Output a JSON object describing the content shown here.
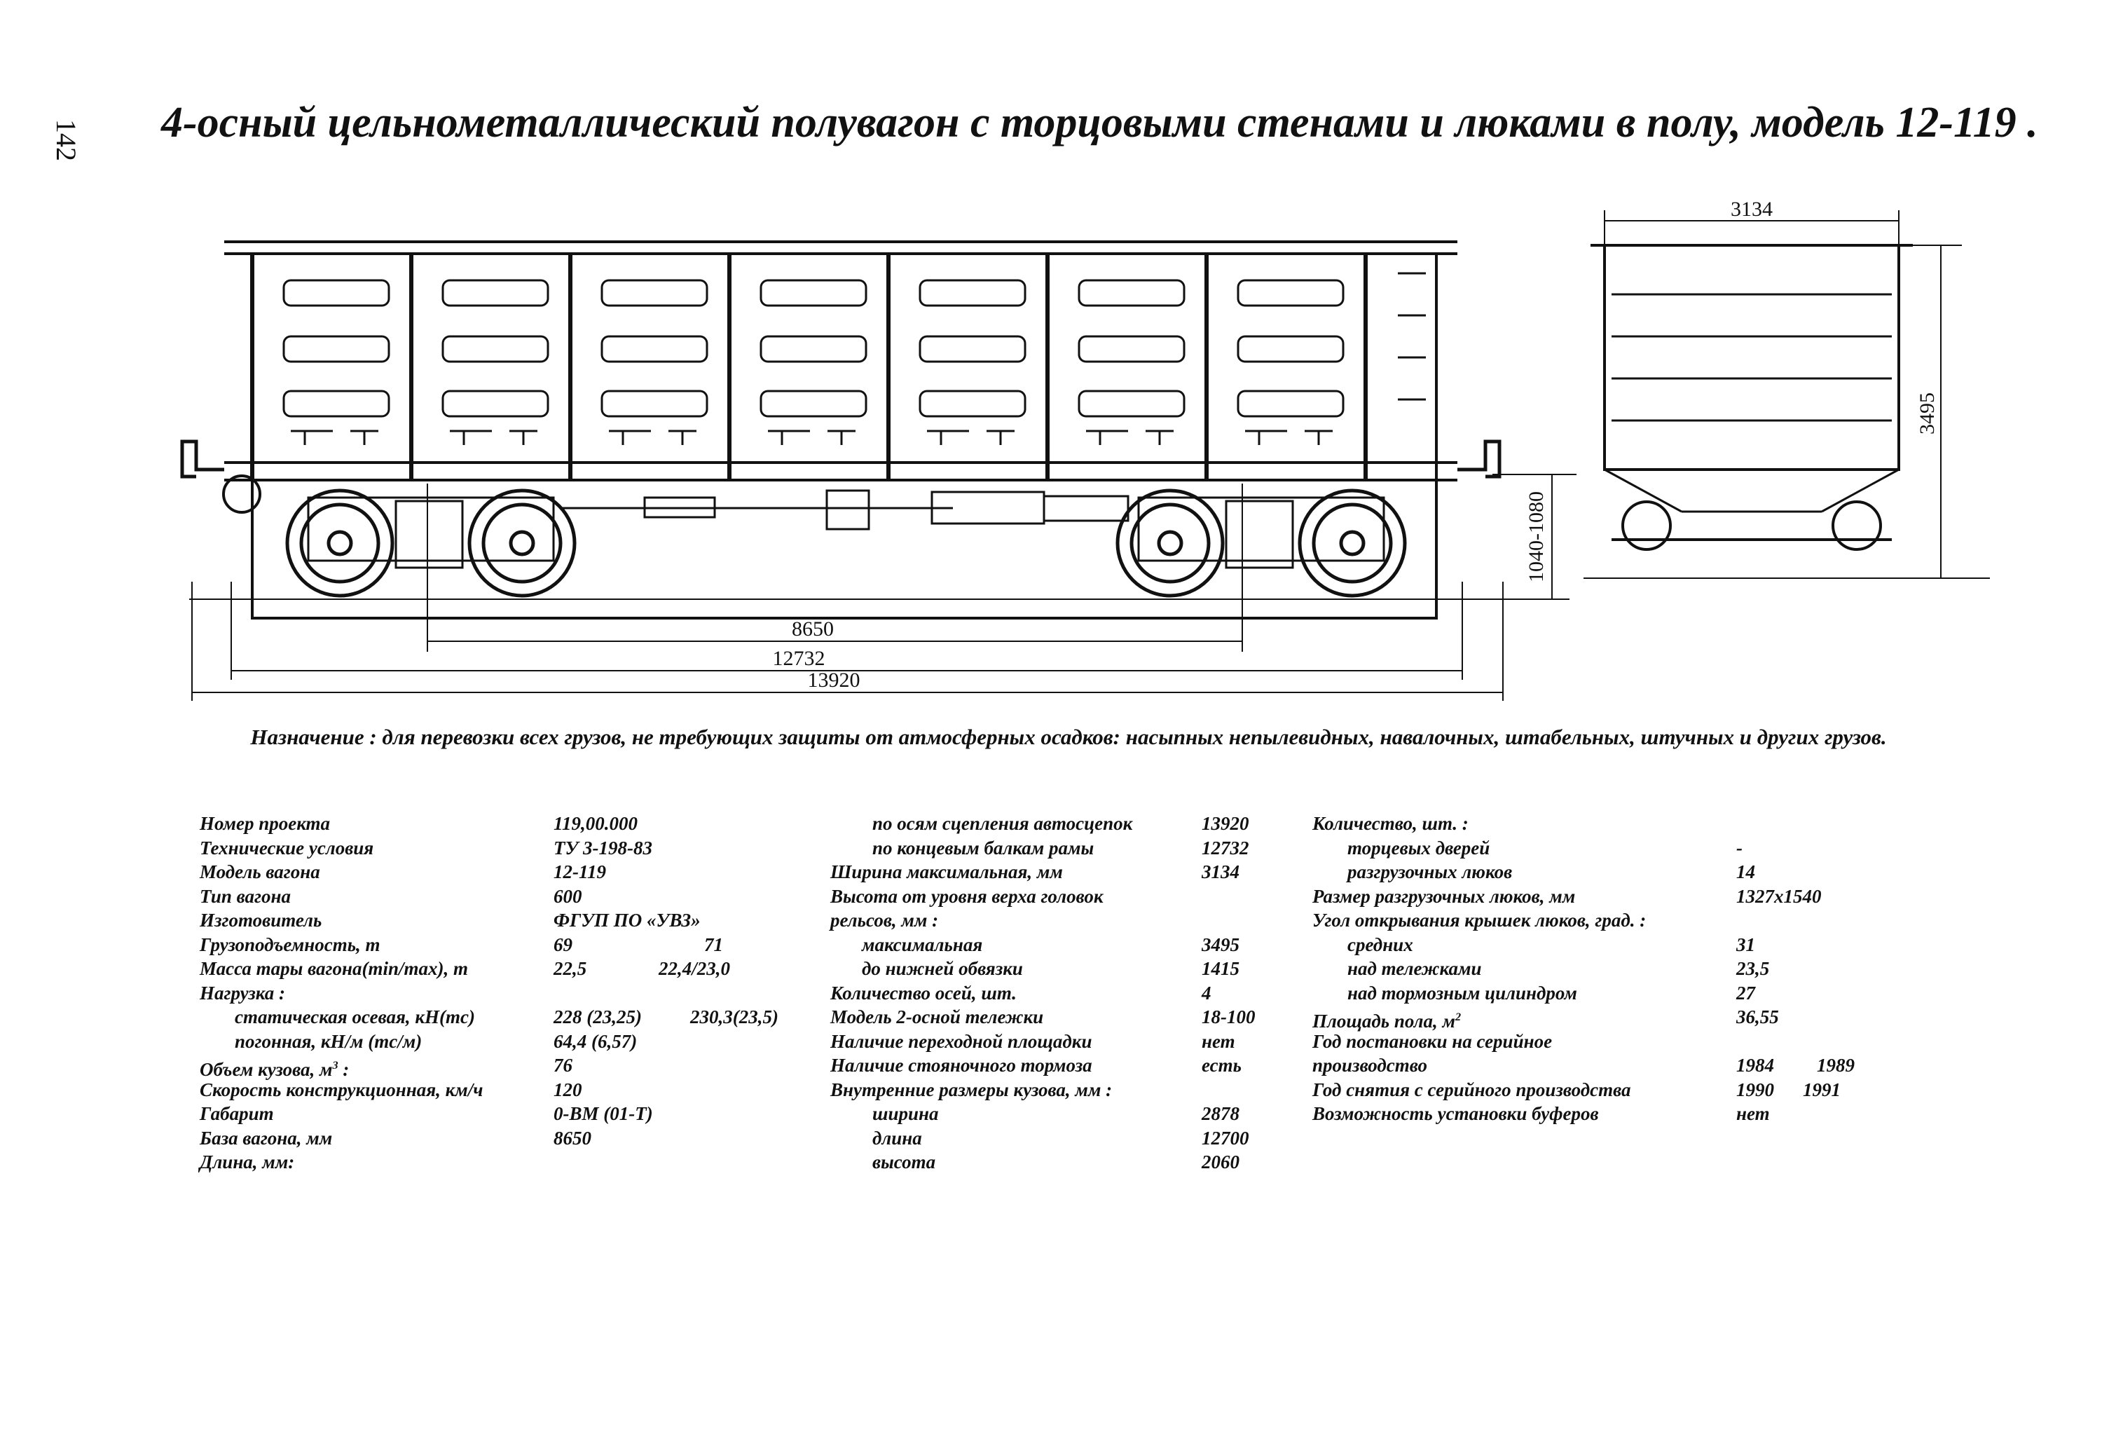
{
  "page_number": "142",
  "title": "4-осный цельнометаллический полувагон с торцовыми стенами и люками в полу, модель 12-119 .",
  "dimensions": {
    "base": "8650",
    "frame_length": "12732",
    "coupler_length": "13920",
    "height_range": "1040-1080",
    "width": "3134",
    "height": "3495"
  },
  "purpose": "Назначение : для перевозки всех грузов, не требующих защиты от атмосферных осадков: насыпных непылевидных, навалочных, штабельных, штучных и других грузов.",
  "col1": [
    {
      "label": "Номер проекта",
      "v1": "119,00.000",
      "v2": ""
    },
    {
      "label": "Технические условия",
      "v1": "ТУ 3-198-83",
      "v2": ""
    },
    {
      "label": "Модель вагона",
      "v1": "12-119",
      "v2": ""
    },
    {
      "label": "Тип вагона",
      "v1": "600",
      "v2": ""
    },
    {
      "label": "Изготовитель",
      "v1": "ФГУП ПО «УВЗ»",
      "v2": ""
    },
    {
      "label": "Грузоподъемность, т",
      "v1": "69",
      "v2": "71"
    },
    {
      "label": "Масса тары вагона(min/max), т",
      "v1": "22,5",
      "v2": "22,4/23,0"
    },
    {
      "label": "Нагрузка :",
      "v1": "",
      "v2": ""
    },
    {
      "label": "статическая осевая, кН(тс)",
      "v1": "228 (23,25)",
      "v2": "230,3(23,5)"
    },
    {
      "label": "погонная, кН/м (тс/м)",
      "v1": "64,4 (6,57)",
      "v2": ""
    },
    {
      "label": "Объем кузова, м",
      "label_sup": "3",
      "label_tail": " :",
      "v1": "76",
      "v2": ""
    },
    {
      "label": "Скорость конструкционная, км/ч",
      "v1": "120",
      "v2": ""
    },
    {
      "label": "Габарит",
      "v1": "0-ВМ (01-Т)",
      "v2": ""
    },
    {
      "label": "База вагона, мм",
      "v1": "8650",
      "v2": ""
    },
    {
      "label": "Длина, мм:",
      "v1": "",
      "v2": ""
    }
  ],
  "col2": [
    {
      "label": "по осям сцепления автосцепок",
      "v1": "13920"
    },
    {
      "label": "по концевым балкам рамы",
      "v1": "12732"
    },
    {
      "label": "Ширина максимальная, мм",
      "v1": "3134"
    },
    {
      "label": "Высота от уровня верха головок",
      "v1": ""
    },
    {
      "label": "рельсов, мм :",
      "v1": ""
    },
    {
      "label": "максимальная",
      "v1": "3495"
    },
    {
      "label": "до нижней обвязки",
      "v1": "1415"
    },
    {
      "label": "Количество осей, шт.",
      "v1": "4"
    },
    {
      "label": "Модель 2-осной тележки",
      "v1": "18-100"
    },
    {
      "label": "Наличие переходной площадки",
      "v1": "нет"
    },
    {
      "label": "Наличие стояночного тормоза",
      "v1": "есть"
    },
    {
      "label": "Внутренние размеры кузова, мм :",
      "v1": ""
    },
    {
      "label": "ширина",
      "v1": "2878"
    },
    {
      "label": "длина",
      "v1": "12700"
    },
    {
      "label": "высота",
      "v1": "2060"
    }
  ],
  "col3": [
    {
      "label": "Количество, шт. :",
      "v1": "",
      "v2": ""
    },
    {
      "label": "торцевых дверей",
      "v1": "-",
      "v2": ""
    },
    {
      "label": "разгрузочных люков",
      "v1": "14",
      "v2": ""
    },
    {
      "label": "Размер разгрузочных люков, мм",
      "v1": "1327x1540",
      "v2": ""
    },
    {
      "label": "Угол открывания крышек люков, град. :",
      "v1": "",
      "v2": ""
    },
    {
      "label": "средних",
      "v1": "31",
      "v2": ""
    },
    {
      "label": "над тележками",
      "v1": "23,5",
      "v2": ""
    },
    {
      "label": "над тормозным цилиндром",
      "v1": "27",
      "v2": ""
    },
    {
      "label": "Площадь пола, м",
      "label_sup": "2",
      "v1": "36,55",
      "v2": ""
    },
    {
      "label": "Год постановки на серийное",
      "v1": "",
      "v2": ""
    },
    {
      "label": "производство",
      "v1": "1984",
      "v2": "1989"
    },
    {
      "label": "Год снятия с серийного производства",
      "v1": "1990",
      "v2": "1991"
    },
    {
      "label": "Возможность установки буферов",
      "v1": "нет",
      "v2": ""
    }
  ]
}
